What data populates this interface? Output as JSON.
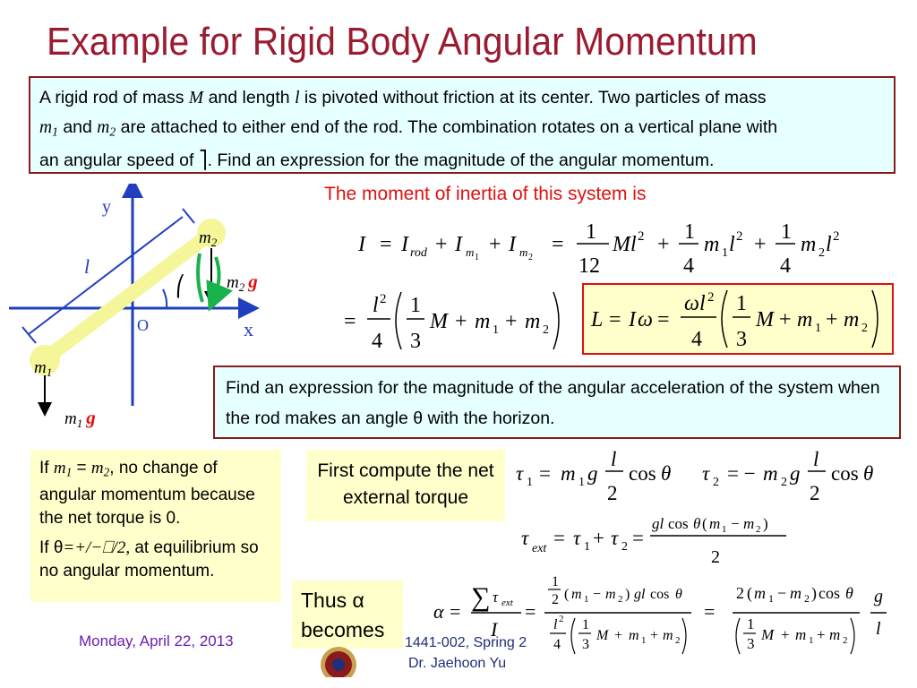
{
  "title": "Example for Rigid Body Angular Momentum",
  "problem": {
    "t1": "A rigid rod of mass ",
    "mass_symbol": "M",
    "t2": " and length ",
    "length_symbol": "l",
    "t3": " is pivoted without friction at its center.  Two particles of mass",
    "m1": "m",
    "m1_sub": "1",
    "t4": " and ",
    "m2": "m",
    "m2_sub": "2",
    "t5": " are attached to either end of the rod.  The combination rotates on a vertical plane with",
    "t6": "an angular speed of ",
    "omega_glyph": "⎤",
    "t7": ". Find an expression for the magnitude of the angular momentum."
  },
  "inertia_heading": "The moment of inertia of this system is",
  "diagram": {
    "y_axis_label": "y",
    "x_axis_label": "x",
    "origin_label": "O",
    "rod_label": "l",
    "m2_label": "m",
    "m2_sub": "2",
    "m1_label": "m",
    "m1_sub": "1",
    "m2g_label": "m",
    "m2g_sub": "2",
    "m2g_g": "g",
    "m1g_label": "m",
    "m1g_sub": "1",
    "m1g_g": "g",
    "theta_glyph": "⎛"
  },
  "accel_question": "Find an expression for the magnitude of the angular acceleration of the system when the rod makes an angle θ with the horizon.",
  "equilibrium": {
    "line1_a": "If ",
    "line1_m1": "m",
    "line1_m1_sub": "1",
    "line1_eq": " = ",
    "line1_m2": "m",
    "line1_m2_sub": "2",
    "line1_b": ", no change of angular momentum because the net torque is 0.",
    "line2_a": "If θ",
    "line2_sym": "=+/−⎕/2,",
    "line2_b": " at equilibrium so no angular momentum."
  },
  "torque_box": "First compute the net external torque",
  "thus_box": "Thus α becomes",
  "footer": {
    "date": "Monday, April 22, 2013",
    "course": "1441-002, Spring 2",
    "author": "Dr. Jaehoon Yu"
  },
  "colors": {
    "title": "#9b1c31",
    "box_border": "#8b1a1a",
    "box_fill_cyan": "#e6ffff",
    "box_fill_yellow": "#ffffcc",
    "highlight_red": "#e01010",
    "rod": "#f5f59a",
    "axis": "#1f3fbf",
    "arrow_green": "#19b24b",
    "footer_date": "#6a1fb0"
  }
}
